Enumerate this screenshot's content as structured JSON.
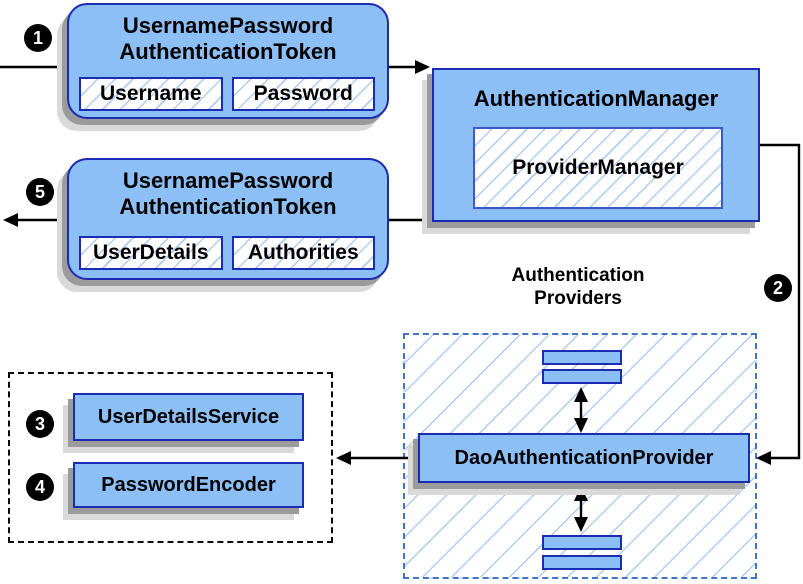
{
  "colors": {
    "box_fill": "#8cbff5",
    "box_border": "#1b2bb2",
    "hatch_line": "#aecdf2",
    "dashed_border": "#4472c4",
    "shadow_dark": "#9b9b9b",
    "shadow_light": "#d9d9d9",
    "connector": "#000000"
  },
  "markers": [
    {
      "label": "1"
    },
    {
      "label": "2"
    },
    {
      "label": "3"
    },
    {
      "label": "4"
    },
    {
      "label": "5"
    }
  ],
  "token_request": {
    "title_line1": "UsernamePassword",
    "title_line2": "AuthenticationToken",
    "fields": [
      "Username",
      "Password"
    ]
  },
  "auth_manager": {
    "title": "AuthenticationManager",
    "inner_box": "ProviderManager"
  },
  "token_response": {
    "title_line1": "UsernamePassword",
    "title_line2": "AuthenticationToken",
    "fields": [
      "UserDetails",
      "Authorities"
    ]
  },
  "providers_group": {
    "label_line1": "Authentication",
    "label_line2": "Providers",
    "provider_box": "DaoAuthenticationProvider"
  },
  "services_group": {
    "items": [
      "UserDetailsService",
      "PasswordEncoder"
    ]
  }
}
